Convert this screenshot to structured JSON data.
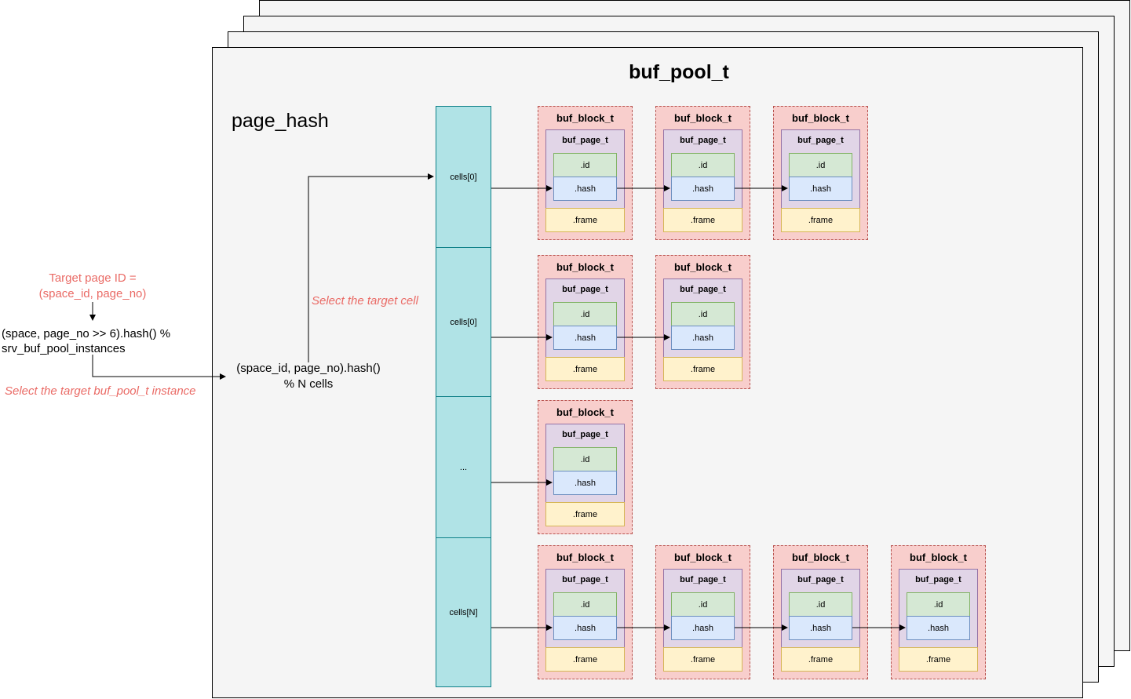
{
  "pool": {
    "title": "buf_pool_t"
  },
  "page_hash": {
    "title": "page_hash"
  },
  "cells": [
    {
      "label": "cells[0]",
      "blocks": 3
    },
    {
      "label": "cells[0]",
      "blocks": 2
    },
    {
      "label": "...",
      "blocks": 1
    },
    {
      "label": "cells[N]",
      "blocks": 4
    }
  ],
  "block": {
    "title": "buf_block_t",
    "page_title": "buf_page_t",
    "id_label": ".id",
    "hash_label": ".hash",
    "frame_label": ".frame"
  },
  "annotations": {
    "target_page_id": "Target page ID =\n(space_id, page_no)",
    "instance_formula": "(space, page_no >> 6).hash() %\nsrv_buf_pool_instances",
    "select_instance": "Select the target buf_pool_t instance",
    "cell_formula": "(space_id, page_no).hash()\n% N cells",
    "select_cell": "Select the target cell"
  },
  "colors": {
    "cell_fill": "#b0e3e6",
    "block_fill": "#f8cecc",
    "page_fill": "#e1d5e7",
    "id_fill": "#d5e8d4",
    "hash_fill": "#dae8fc",
    "frame_fill": "#fff2cc",
    "annotation_red": "#ea6b66"
  }
}
